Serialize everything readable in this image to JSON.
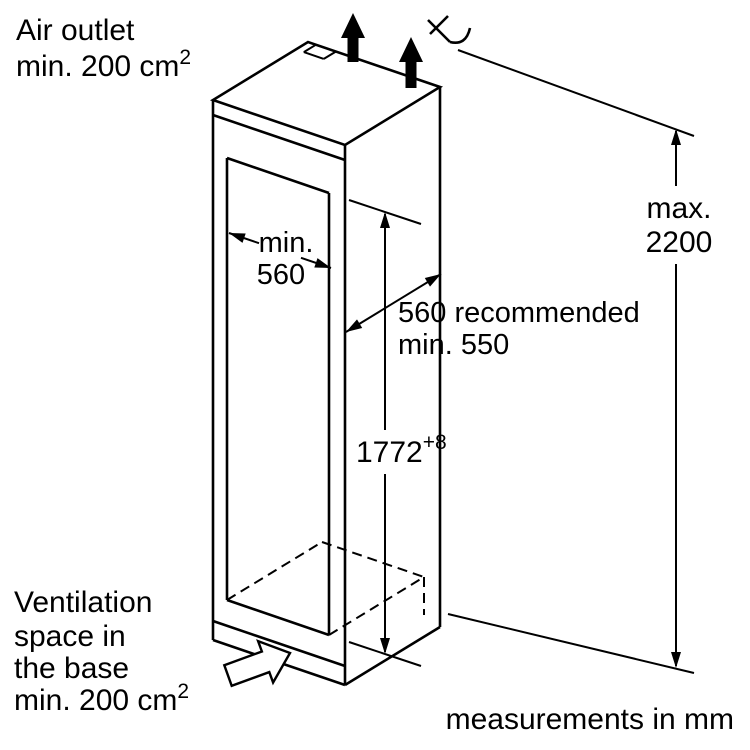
{
  "colors": {
    "line": "#000000",
    "background": "#ffffff"
  },
  "labels": {
    "air_outlet": {
      "line1": "Air outlet",
      "line2": "min. 200 cm",
      "superscript": "2"
    },
    "ventilation": {
      "line1": "Ventilation",
      "line2": "space in",
      "line3": "the base",
      "line4": "min. 200 cm",
      "superscript": "2"
    },
    "units_note": "measurements in mm"
  },
  "dimensions": {
    "inner_width": {
      "prefix": "min.",
      "value": "560"
    },
    "depth": {
      "line1": "560 recommended",
      "line2": "min. 550"
    },
    "niche_height": {
      "value": "1772",
      "tolerance": "+8"
    },
    "max_height": {
      "prefix": "max.",
      "value": "2200"
    }
  }
}
